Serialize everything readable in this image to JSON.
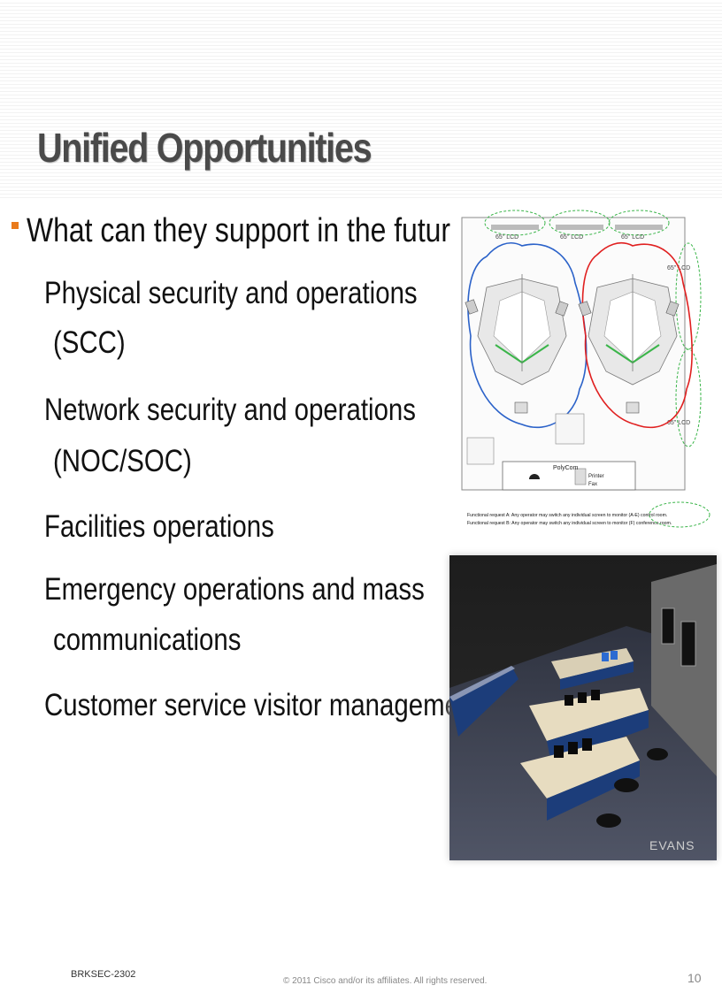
{
  "title": "Unified Opportunities",
  "question": "What can they support in the future?",
  "items": [
    {
      "line1": "Physical security and operations",
      "line2": "(SCC)"
    },
    {
      "line1": "Network security and operations",
      "line2": "(NOC/SOC)"
    },
    {
      "line1": "Facilities operations",
      "line2": ""
    },
    {
      "line1": "Emergency operations and mass",
      "line2": "communications"
    },
    {
      "line1": "Customer service visitor management",
      "line2": ""
    }
  ],
  "floorplan": {
    "lcd_labels": [
      "65\" LCD",
      "65\" LCD",
      "65\" LCD"
    ],
    "side_labels": [
      "65\" LCD",
      "65\" LCD"
    ],
    "polycom": "PolyCom",
    "printer": "Printer",
    "fax": "Fax",
    "note_a": "Functional request A: Any operator may switch any individual screen to monitor (A-E) control room.",
    "note_b": "Functional request B: Any operator may switch any individual screen to monitor (F) conference room."
  },
  "photo": {
    "watermark": "EVANS"
  },
  "footer": {
    "session": "BRKSEC-2302",
    "copyright": "© 2011 Cisco and/or its affiliates. All rights reserved.",
    "page": "10"
  },
  "colors": {
    "accent": "#e97a1b",
    "title": "#4a4a4a"
  }
}
